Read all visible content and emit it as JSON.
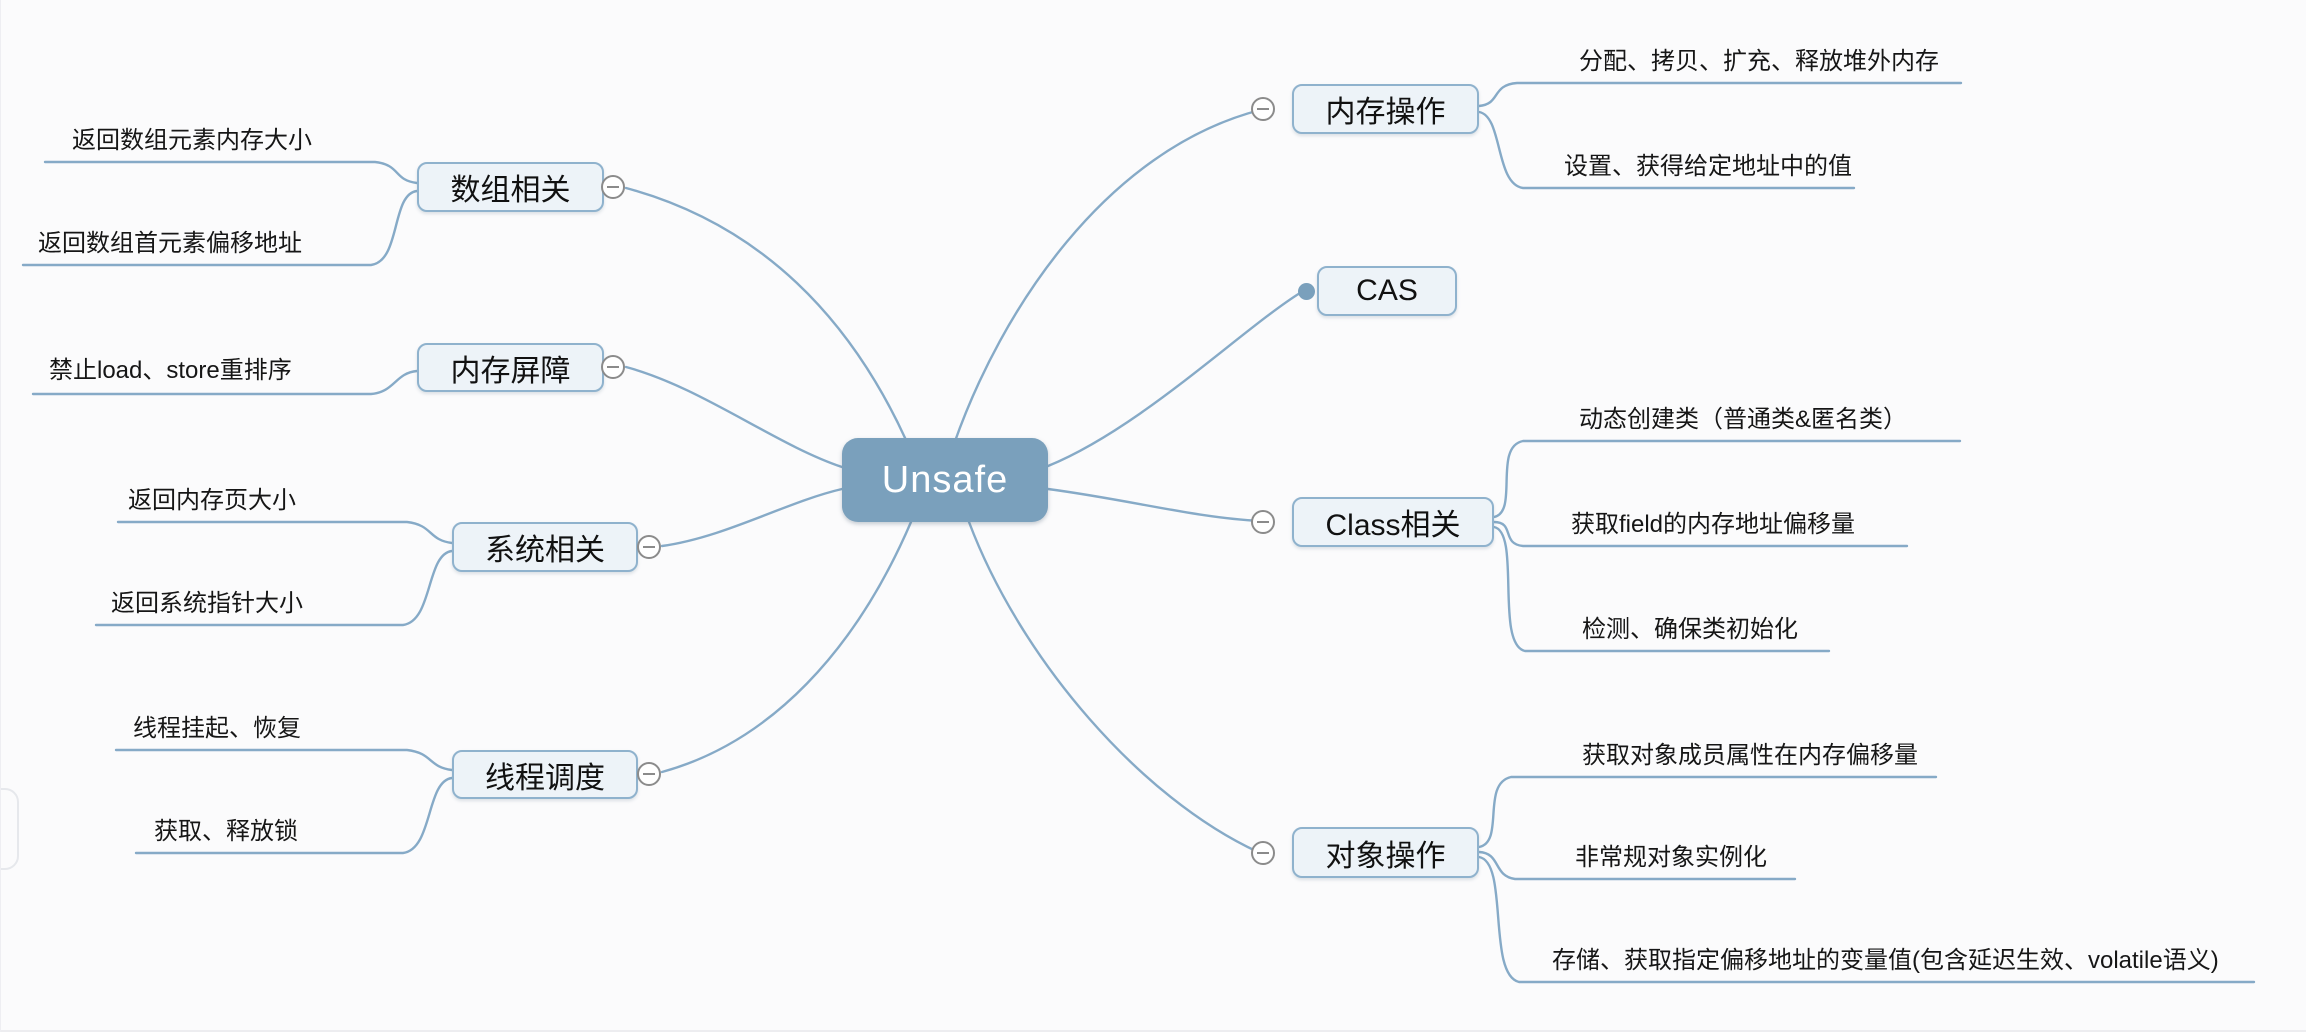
{
  "diagram": {
    "title": "Unsafe mind map",
    "root": {
      "label": "Unsafe"
    },
    "branches": {
      "memory_ops": {
        "label": "内存操作",
        "children": [
          "分配、拷贝、扩充、释放堆外内存",
          "设置、获得给定地址中的值"
        ]
      },
      "cas": {
        "label": "CAS",
        "children": []
      },
      "class_related": {
        "label": "Class相关",
        "children": [
          "动态创建类（普通类&匿名类）",
          "获取field的内存地址偏移量",
          "检测、确保类初始化"
        ]
      },
      "object_ops": {
        "label": "对象操作",
        "children": [
          "获取对象成员属性在内存偏移量",
          "非常规对象实例化",
          "存储、获取指定偏移地址的变量值(包含延迟生效、volatile语义)"
        ]
      },
      "array_related": {
        "label": "数组相关",
        "children": [
          "返回数组元素内存大小",
          "返回数组首元素偏移地址"
        ]
      },
      "memory_barrier": {
        "label": "内存屏障",
        "children": [
          "禁止load、store重排序"
        ]
      },
      "system_related": {
        "label": "系统相关",
        "children": [
          "返回内存页大小",
          "返回系统指针大小"
        ]
      },
      "thread_sched": {
        "label": "线程调度",
        "children": [
          "线程挂起、恢复",
          "获取、释放锁"
        ]
      }
    },
    "colors": {
      "background": "#fbfbfc",
      "root_fill": "#7aa0bc",
      "root_text": "#ffffff",
      "node_fill": "#edf3f8",
      "node_border": "#8fb2cd",
      "edge": "#86aac7",
      "collapse_border": "#8b8b8b",
      "text": "#161616"
    },
    "icons": {
      "collapse": "minus-circle",
      "cas_connector": "dot"
    }
  }
}
